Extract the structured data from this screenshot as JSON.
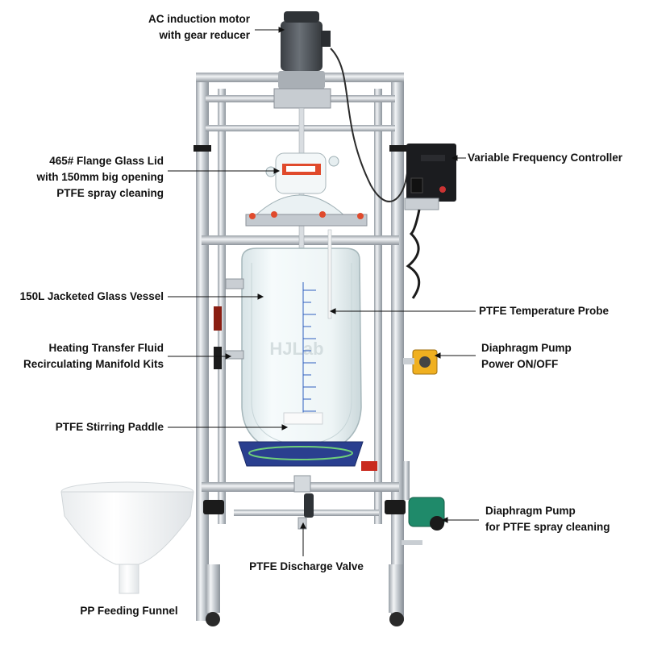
{
  "labels": {
    "motor": [
      "AC induction motor",
      "with gear reducer"
    ],
    "lid": [
      "465# Flange Glass Lid",
      "with 150mm big opening",
      "PTFE spray cleaning"
    ],
    "controller": "Variable Frequency Controller",
    "vessel": "150L Jacketed Glass Vessel",
    "probe": "PTFE Temperature Probe",
    "manifold": [
      "Heating Transfer Fluid",
      "Recirculating Manifold Kits"
    ],
    "pump_power": [
      "Diaphragm Pump",
      "Power ON/OFF"
    ],
    "paddle": "PTFE Stirring Paddle",
    "spray_pump": [
      "Diaphragm Pump",
      "for PTFE spray cleaning"
    ],
    "valve": "PTFE Discharge Valve",
    "funnel": "PP Feeding Funnel"
  },
  "brand_watermark": "HJLab",
  "colors": {
    "frame": "#c9ced3",
    "glass": "#e7f0f2",
    "motor": "#4a4f55",
    "controller": "#1b1c1f",
    "ring": "#2a3f8f",
    "pump": "#1f8a6a",
    "seal": "#e04a2c"
  }
}
